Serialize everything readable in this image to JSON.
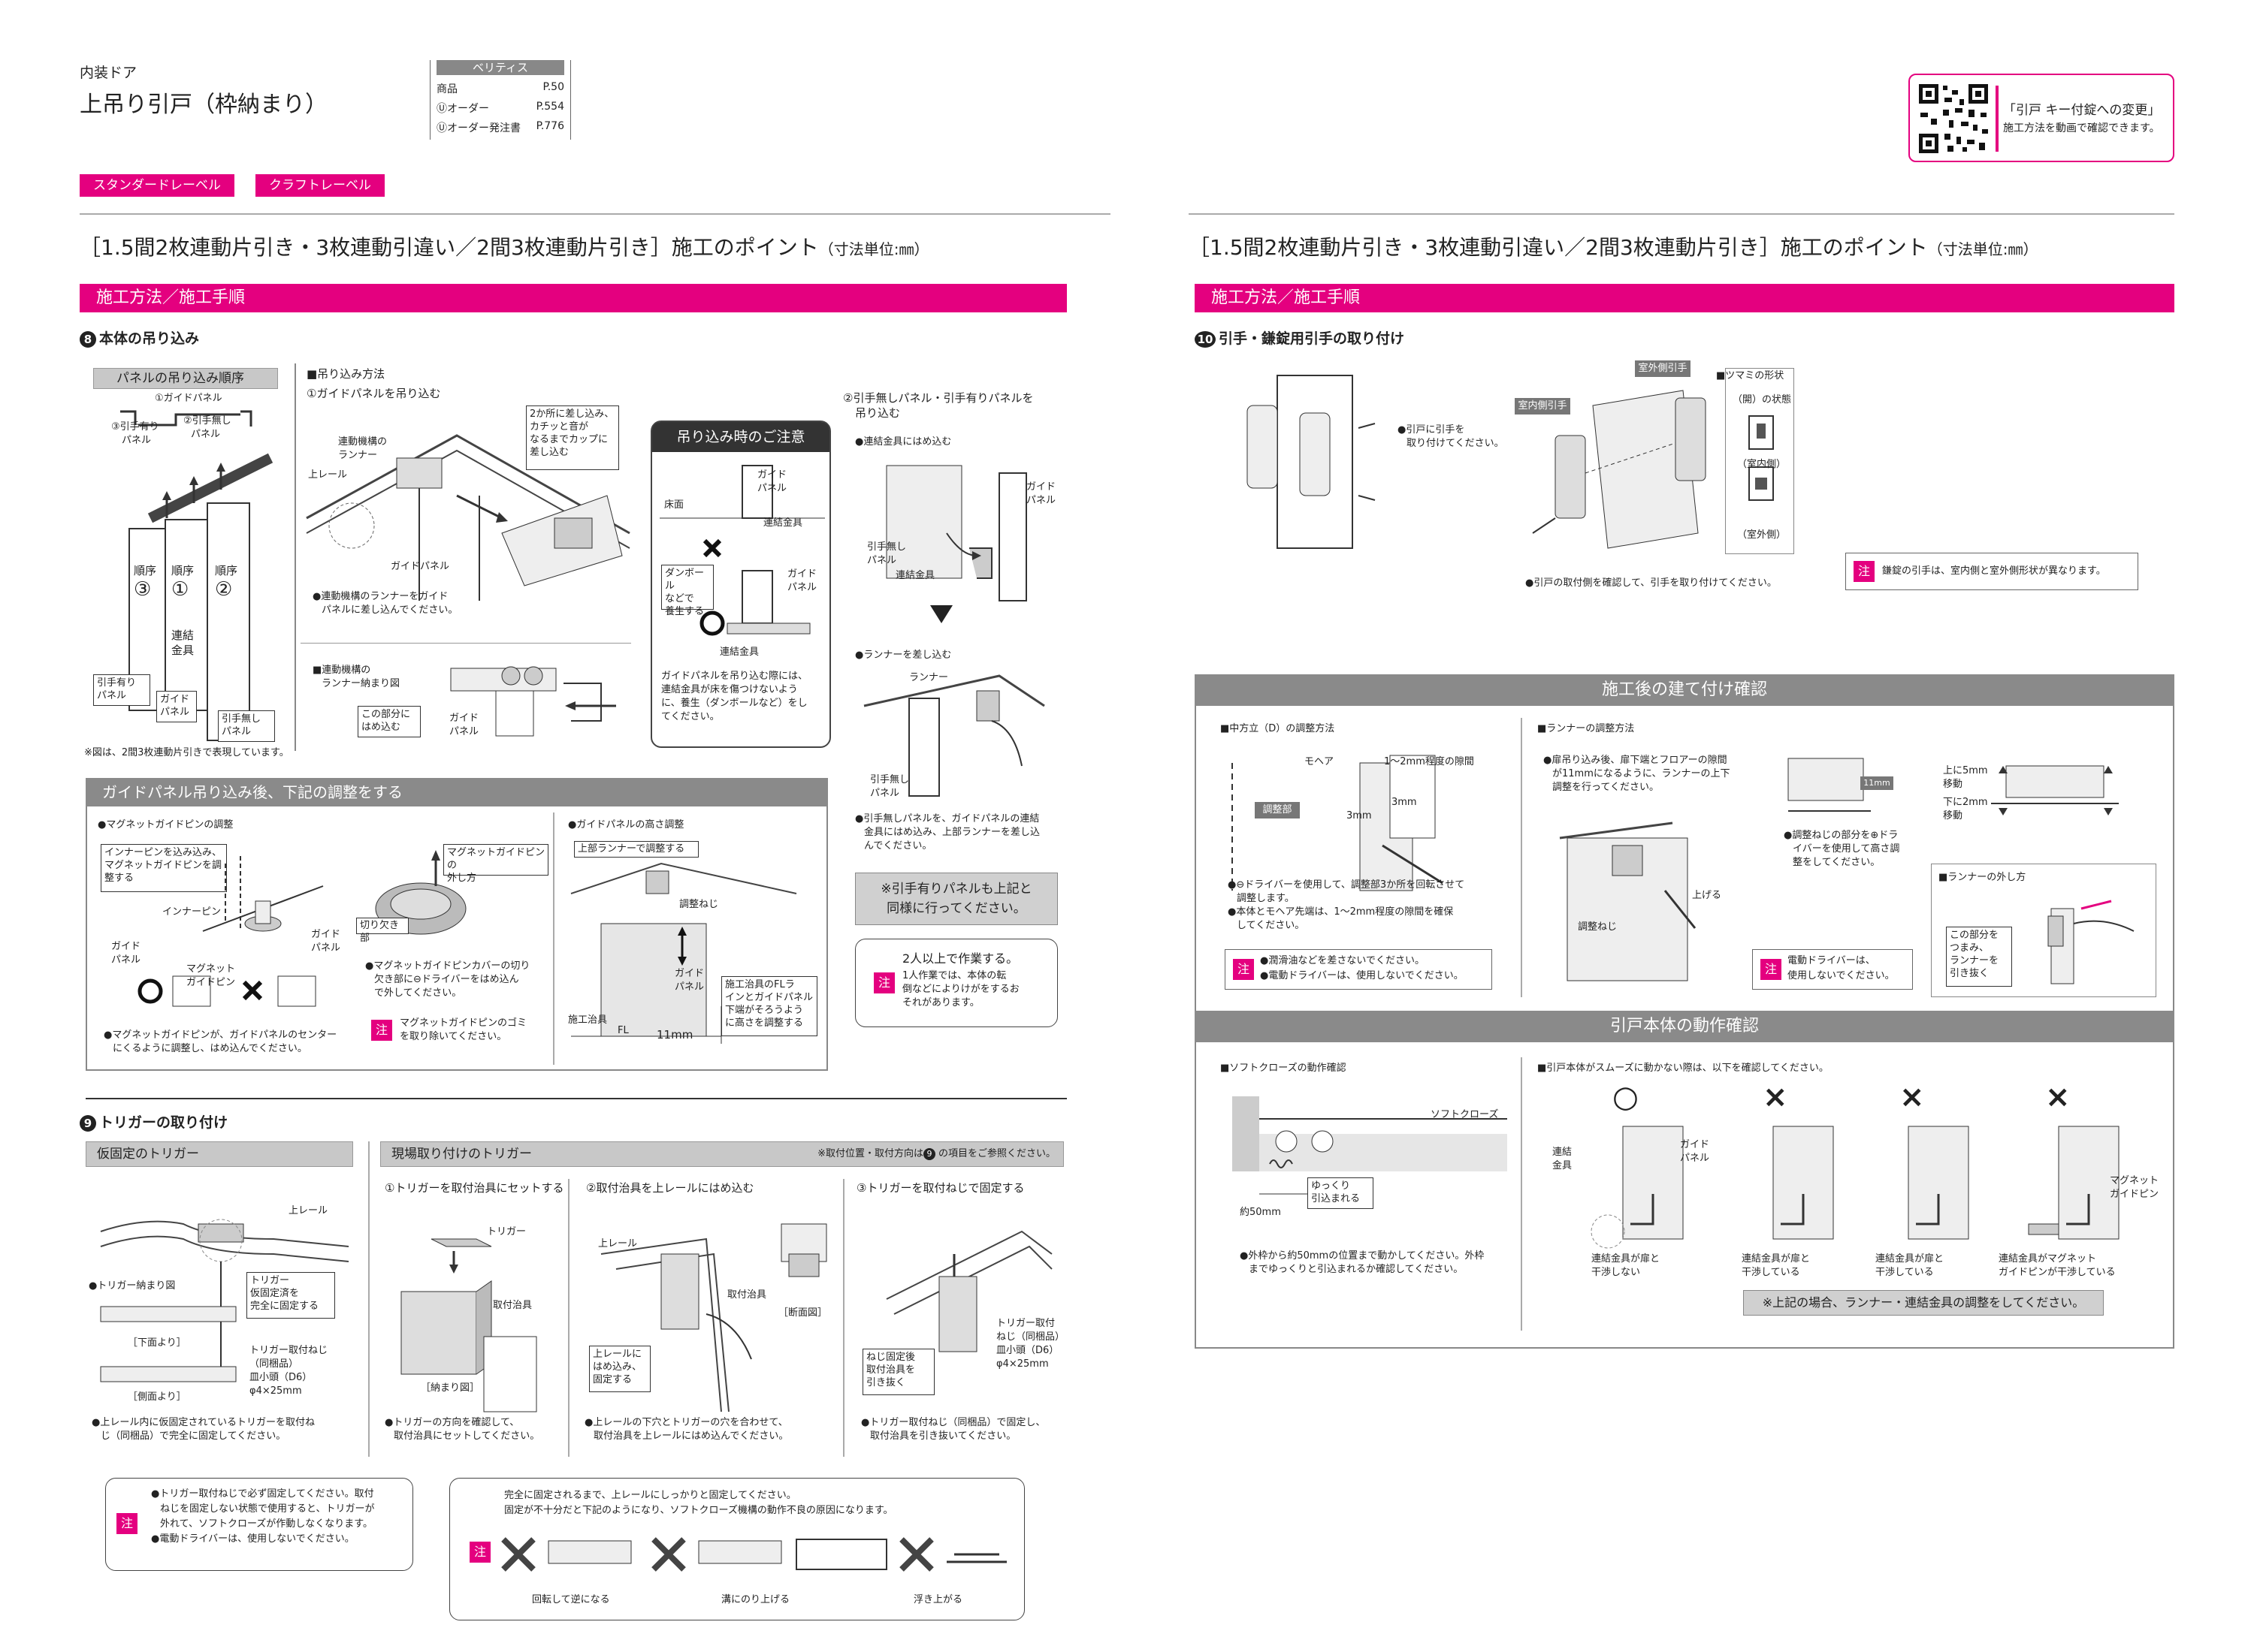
{
  "header": {
    "category": "内装ドア",
    "title": "上吊り引戸（枠納まり）",
    "ref_box": {
      "label": "ベリティス",
      "rows": [
        {
          "name": "商品",
          "page": "P.50"
        },
        {
          "name": "Ⓤオーダー",
          "page": "P.554"
        },
        {
          "name": "Ⓤオーダー発注書",
          "page": "P.776"
        }
      ]
    },
    "tags": [
      "スタンダードレーベル",
      "クラフトレーベル"
    ],
    "video_box": {
      "title": "「引戸 キー付錠への変更」",
      "sub": "施工方法を動画で確認できます。"
    }
  },
  "left": {
    "section_title": "［1.5間2枚連動片引き・3枚連動引違い／2間3枚連動片引き］施工のポイント",
    "unit_note": "（寸法単位:㎜）",
    "bar": "施工方法／施工手順",
    "step8": {
      "num": "8",
      "title": "本体の吊り込み",
      "order_label": "パネルの吊り込み順序",
      "order_items": [
        "①ガイドパネル",
        "②引手無し",
        "パネル",
        "③引手有り",
        "パネル"
      ],
      "panel_labels": [
        "順序",
        "③",
        "順序",
        "①",
        "順序",
        "②",
        "連結",
        "金具"
      ],
      "bottom_labels": [
        "引手有り",
        "パネル",
        "ガイド",
        "パネル",
        "引手無し",
        "パネル"
      ],
      "footnote": "※図は、2間3枚連動片引きで表現しています。",
      "method_title": "■吊り込み方法",
      "m1_title": "①ガイドパネルを吊り込む",
      "m1_labels": [
        "連動機構の",
        "ランナー",
        "上レール",
        "ガイドパネル",
        "2か所に差し込み、",
        "カチッと音が",
        "なるまでカップに",
        "差し込む"
      ],
      "m1_note": [
        "●連動機構のランナーをガイド",
        "パネルに差し込んでください。"
      ],
      "runner_fig_title": [
        "■連動機構の",
        "ランナー納まり図"
      ],
      "runner_fig_labels": [
        "この部分に",
        "はめ込む",
        "ガイド",
        "パネル"
      ],
      "caution_title": "吊り込み時のご注意",
      "caution_labels": [
        "床面",
        "ガイド",
        "パネル",
        "連結金具",
        "ダンボール",
        "などで",
        "養生する",
        "ガイド",
        "パネル",
        "連結金具"
      ],
      "caution_text": [
        "ガイドパネルを吊り込む際には、",
        "連結金具が床を傷つけないよう",
        "に、養生（ダンボールなど）をし",
        "てください。"
      ],
      "m2_title": [
        "②引手無しパネル・引手有りパネルを",
        "吊り込む"
      ],
      "m2_a": "●連結金具にはめ込む",
      "m2_a_labels": [
        "ガイド",
        "パネル",
        "引手無し",
        "パネル",
        "連結金具"
      ],
      "m2_b": "●ランナーを差し込む",
      "m2_b_labels": [
        "ランナー",
        "引手無し",
        "パネル"
      ],
      "m2_note": [
        "●引手無しパネルを、ガイドパネルの連結",
        "金具にはめ込み、上部ランナーを差し込",
        "んでください。"
      ],
      "gray_note": [
        "※引手有りパネルも上記と",
        "同様に行ってください。"
      ],
      "two_person": [
        "2人以上で作業する。",
        "1人作業では、本体の転",
        "倒などによりけがをするお",
        "それがあります。"
      ],
      "note_mark": "注"
    },
    "adjust": {
      "bar": "ガイドパネル吊り込み後、下記の調整をする",
      "mag_title": "●マグネットガイドピンの調整",
      "mag_labels": [
        "インナーピンを込み込み、",
        "マグネットガイドピンを調",
        "整する",
        "インナーピン",
        "ガイド",
        "パネル",
        "マグネット",
        "ガイドピン",
        "ガイド",
        "パネル"
      ],
      "mag_note": [
        "●マグネットガイドピンが、ガイドパネルのセンター",
        "にくるように調整し、はめ込んでください。"
      ],
      "cover_labels": [
        "マグネットガイドピンの",
        "外し方",
        "切り欠き部"
      ],
      "cover_note": [
        "●マグネットガイドピンカバーの切り",
        "欠き部に⊖ドライバーをはめ込ん",
        "で外してください。"
      ],
      "dust_note": [
        "マグネットガイドピンのゴミ",
        "を取り除いてください。"
      ],
      "height_title": "●ガイドパネルの高さ調整",
      "height_labels": [
        "上部ランナーで調整する",
        "調整ねじ",
        "ガイド",
        "パネル",
        "施工治具",
        "FL",
        "11mm"
      ],
      "height_box": [
        "施工治具のFLラ",
        "インとガイドパネル",
        "下端がそろうよう",
        "に高さを調整する"
      ]
    },
    "step9": {
      "num": "9",
      "title": "トリガーの取り付け",
      "temp_label": "仮固定のトリガー",
      "site_label": "現場取り付けのトリガー",
      "site_ref": "※取付位置・取付方向は",
      "site_ref2": "の項目をご参照ください。",
      "temp_labels": [
        "上レール",
        "●トリガー納まり図",
        "［下面より］",
        "［側面より］",
        "トリガー",
        "仮固定済を",
        "完全に固定する",
        "トリガー取付ねじ",
        "（同梱品）",
        "皿小頭（D6）",
        "φ4×25mm"
      ],
      "temp_note": [
        "●上レール内に仮固定されているトリガーを取付ね",
        "じ（同梱品）で完全に固定してください。"
      ],
      "s1_title": "①トリガーを取付治具にセットする",
      "s1_labels": [
        "トリガー",
        "取付治具",
        "［納まり図］"
      ],
      "s1_note": [
        "●トリガーの方向を確認して、",
        "取付治具にセットしてください。"
      ],
      "s2_title": "②取付治具を上レールにはめ込む",
      "s2_labels": [
        "上レール",
        "取付治具",
        "［断面図］",
        "上レールに",
        "はめ込み、",
        "固定する"
      ],
      "s2_note": [
        "●上レールの下穴とトリガーの穴を合わせて、",
        "取付治具を上レールにはめ込んでください。"
      ],
      "s3_title": "③トリガーを取付ねじで固定する",
      "s3_labels": [
        "トリガー取付",
        "ねじ（同梱品）",
        "皿小頭（D6）",
        "φ4×25mm",
        "ねじ固定後",
        "取付治具を",
        "引き抜く"
      ],
      "s3_note": [
        "●トリガー取付ねじ（同梱品）で固定し、",
        "取付治具を引き抜いてください。"
      ],
      "warn1": [
        "●トリガー取付ねじで必ず固定してください。取付",
        "ねじを固定しない状態で使用すると、トリガーが",
        "外れて、ソフトクローズが作動しなくなります。",
        "●電動ドライバーは、使用しないでください。"
      ],
      "warn2": [
        "完全に固定されるまで、上レールにしっかりと固定してください。",
        "固定が不十分だと下記のようになり、ソフトクローズ機構の動作不良の原因になります。"
      ],
      "warn2_labels": [
        "回転して逆になる",
        "溝にのり上げる",
        "浮き上がる"
      ]
    }
  },
  "right": {
    "section_title": "［1.5間2枚連動片引き・3枚連動引違い／2間3枚連動片引き］施工のポイント",
    "unit_note": "（寸法単位:㎜）",
    "bar": "施工方法／施工手順",
    "step10": {
      "num": "10",
      "title": "引手・鎌錠用引手の取り付け",
      "label1": [
        "●引戸に引手を",
        "取り付けてください。"
      ],
      "outer_tag": "室外側引手",
      "inner_tag": "室内側引手",
      "knob_title": "■ツマミの形状",
      "knob_labels": [
        "（開）の状態",
        "（室内側）",
        "（室外側）"
      ],
      "bottom_note": "●引戸の取付側を確認して、引手を取り付けてください。",
      "lock_note": "鎌錠の引手は、室内側と室外側形状が異なります。"
    },
    "check1": {
      "bar": "施工後の建て付け確認",
      "d_title": "■中方立（D）の調整方法",
      "d_labels": [
        "モヘア",
        "1～2mm程度の隙間",
        "調整部",
        "3mm",
        "3mm"
      ],
      "d_note": [
        "●⊖ドライバーを使用して、調整部3か所を回転させて",
        "調整します。",
        "●本体とモヘア先端は、1～2mm程度の隙間を確保",
        "してください。"
      ],
      "d_warn": [
        "●潤滑油などを差さないでください。",
        "●電動ドライバーは、使用しないでください。"
      ],
      "r_title": "■ランナーの調整方法",
      "r_note": [
        "●扉吊り込み後、扉下端とフロアーの隙間",
        "が11mmになるように、ランナーの上下",
        "調整を行ってください。"
      ],
      "r_labels": [
        "11mm",
        "上に5mm",
        "移動",
        "下に2mm",
        "移動",
        "上げる",
        "調整ねじ"
      ],
      "r_note2": [
        "●調整ねじの部分を⊕ドラ",
        "イバーを使用して高さ調",
        "整をしてください。"
      ],
      "r_warn": [
        "電動ドライバーは、",
        "使用しないでください。"
      ],
      "remove_title": "■ランナーの外し方",
      "remove_box": [
        "この部分を",
        "つまみ、",
        "ランナーを",
        "引き抜く"
      ]
    },
    "check2": {
      "bar": "引戸本体の動作確認",
      "soft_title": "■ソフトクローズの動作確認",
      "soft_labels": [
        "ソフトクローズ",
        "ゆっくり",
        "引込まれる",
        "約50mm"
      ],
      "soft_note": [
        "●外枠から約50mmの位置まで動かしてください。外枠",
        "までゆっくりと引込まれるか確認してください。"
      ],
      "smooth_title": "■引戸本体がスムーズに動かない際は、以下を確認してください。",
      "marks": [
        "○",
        "×",
        "×",
        "×"
      ],
      "fig_labels": [
        "連結",
        "金具",
        "ガイド",
        "パネル",
        "マグネット",
        "ガイドピン"
      ],
      "captions": [
        [
          "連結金具が扉と",
          "干渉しない"
        ],
        [
          "連結金具が扉と",
          "干渉している"
        ],
        [
          "連結金具が扉と",
          "干渉している"
        ],
        [
          "連結金具がマグネット",
          "ガイドピンが干渉している"
        ]
      ],
      "bottom": "※上記の場合、ランナー・連結金具の調整をしてください。"
    }
  },
  "colors": {
    "accent": "#e4007f",
    "gray_bar": "#8a8a8a",
    "gray_label": "#c8c8c8"
  }
}
